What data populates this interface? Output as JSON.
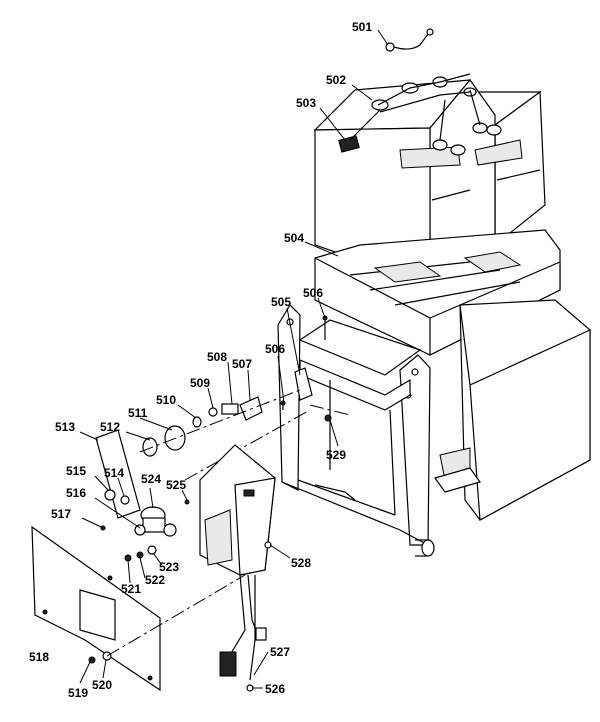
{
  "labels": {
    "l501": "501",
    "l502": "502",
    "l503": "503",
    "l504": "504",
    "l505": "505",
    "l506a": "506",
    "l506b": "506",
    "l507": "507",
    "l508": "508",
    "l509": "509",
    "l510": "510",
    "l511": "511",
    "l512": "512",
    "l513": "513",
    "l514": "514",
    "l515": "515",
    "l516": "516",
    "l517": "517",
    "l518": "518",
    "l519": "519",
    "l520": "520",
    "l521": "521",
    "l522": "522",
    "l523": "523",
    "l524": "524",
    "l525": "525",
    "l526": "526",
    "l527": "527",
    "l528": "528",
    "l529": "529"
  }
}
